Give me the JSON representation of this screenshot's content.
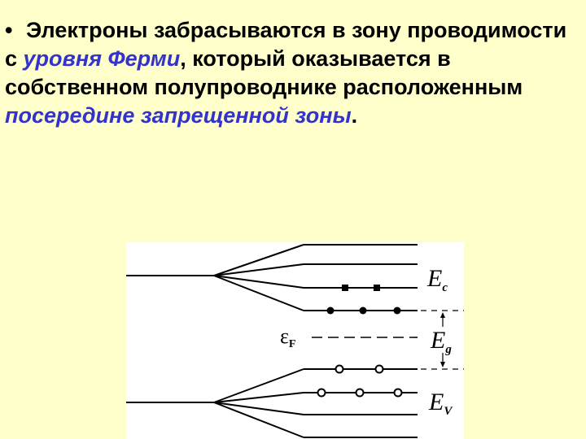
{
  "bullet": "•",
  "text": {
    "line1": "Электроны забрасываются в зону проводимости",
    "line2_prefix": "с ",
    "line2_highlight": "уровня Ферми",
    "line2_suffix": ", который оказывается в",
    "line3": "собственном полупроводнике расположенным",
    "line4_highlight": "посередине запрещенной зоны",
    "line4_suffix": "."
  },
  "diagram": {
    "label_ec_main": "E",
    "label_ec_sub": "c",
    "label_eg_main": "E",
    "label_eg_sub": "g",
    "label_ev_main": "E",
    "label_ev_sub": "V",
    "label_fermi_main": "ε",
    "label_fermi_sub": "F",
    "colors": {
      "background": "#FFFFCC",
      "text": "#000000",
      "highlight": "#3333CC",
      "panel": "#FFFFFF"
    }
  }
}
